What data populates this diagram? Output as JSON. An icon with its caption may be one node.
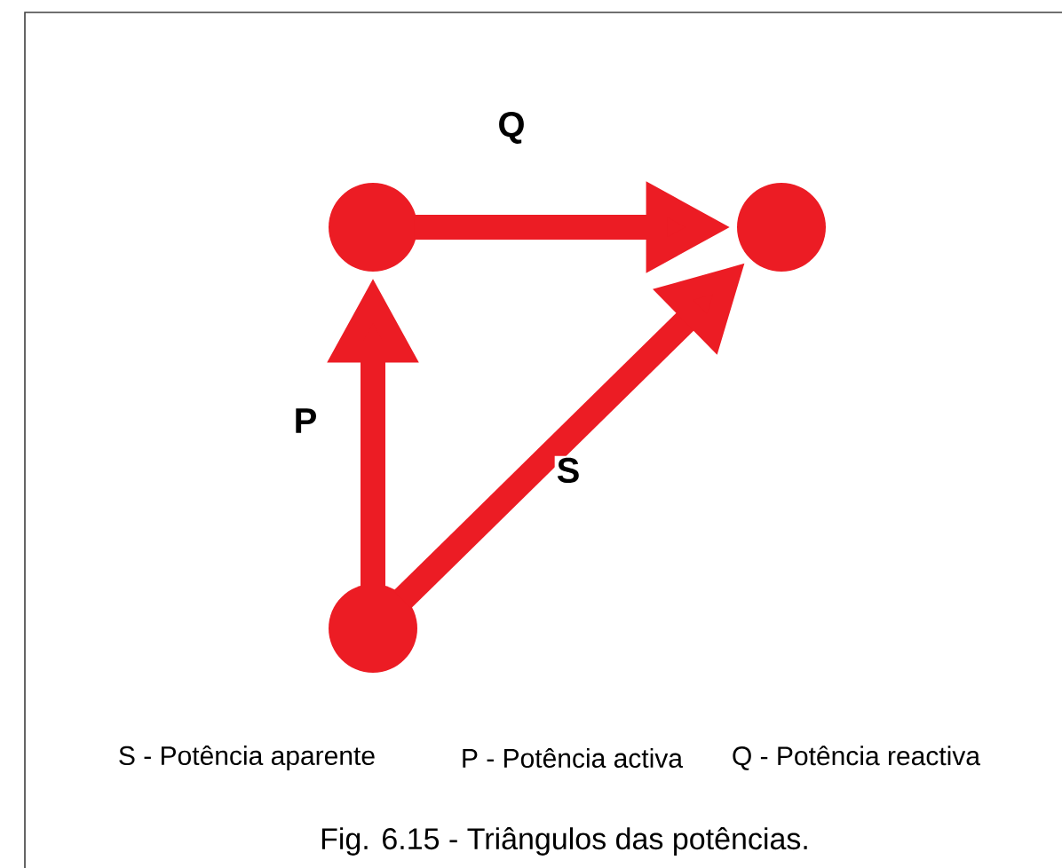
{
  "diagram": {
    "caption": "Fig. 6.15 - Triângulos das potências.",
    "nodes": [
      {
        "text": [],
        "shape": "circle"
      },
      {
        "text": [],
        "shape": "circle"
      },
      {
        "text": [],
        "shape": "circle"
      }
    ],
    "edges": [
      {
        "from": 2,
        "to": 0,
        "arrow": "to",
        "label": "P"
      },
      {
        "from": 0,
        "to": 1,
        "arrow": "to",
        "label": "Q"
      },
      {
        "from": 2,
        "to": 1,
        "arrow": "to",
        "label": "S"
      }
    ],
    "labels": [
      "S - Potência aparente",
      "P - Potência activa",
      "Q - Potência reactiva"
    ]
  }
}
